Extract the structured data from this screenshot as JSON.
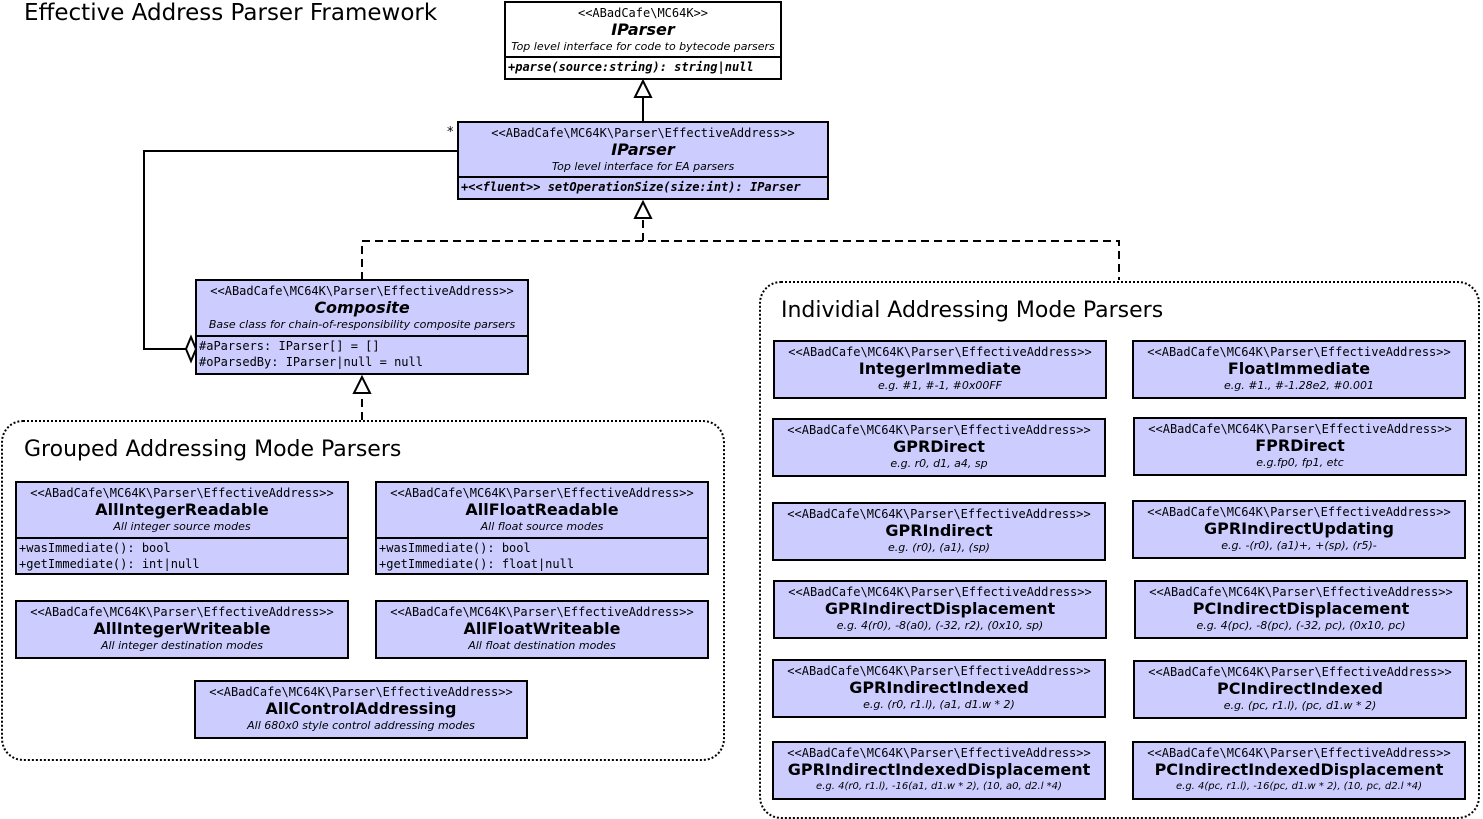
{
  "title": "Effective Address Parser Framework",
  "stereotypes": {
    "root": "<<ABadCafe\\MC64K>>",
    "ea": "<<ABadCafe\\MC64K\\Parser\\EffectiveAddress>>"
  },
  "classes": {
    "iparser_root": {
      "name": "IParser",
      "description": "Top level interface for code to bytecode parsers",
      "members": [
        "+parse(source:string): string|null"
      ]
    },
    "iparser_ea": {
      "name": "IParser",
      "description": "Top level interface for EA parsers",
      "members": [
        "+<<fluent>> setOperationSize(size:int): IParser"
      ]
    },
    "composite": {
      "name": "Composite",
      "description": "Base class for chain-of-responsibility composite parsers",
      "members": [
        "#aParsers: IParser[] = []",
        "#oParsedBy: IParser|null = null"
      ]
    }
  },
  "multiplicity": "*",
  "grouped": {
    "title": "Grouped Addressing Mode Parsers",
    "classes": [
      {
        "name": "AllIntegerReadable",
        "description": "All integer source modes",
        "members": [
          "+wasImmediate(): bool",
          "+getImmediate(): int|null"
        ]
      },
      {
        "name": "AllFloatReadable",
        "description": "All float source modes",
        "members": [
          "+wasImmediate(): bool",
          "+getImmediate(): float|null"
        ]
      },
      {
        "name": "AllIntegerWriteable",
        "description": "All integer destination modes"
      },
      {
        "name": "AllFloatWriteable",
        "description": "All float destination modes"
      },
      {
        "name": "AllControlAddressing",
        "description": "All 680x0 style control addressing modes"
      }
    ]
  },
  "individual": {
    "title": "Individial Addressing Mode Parsers",
    "classes": [
      {
        "name": "IntegerImmediate",
        "description": "e.g. #1, #-1, #0x00FF"
      },
      {
        "name": "FloatImmediate",
        "description": "e.g. #1., #-1.28e2, #0.001"
      },
      {
        "name": "GPRDirect",
        "description": "e.g. r0, d1, a4, sp"
      },
      {
        "name": "FPRDirect",
        "description": "e.g.fp0, fp1, etc"
      },
      {
        "name": "GPRIndirect",
        "description": "e.g. (r0), (a1), (sp)"
      },
      {
        "name": "GPRIndirectUpdating",
        "description": "e.g. -(r0), (a1)+, +(sp), (r5)-"
      },
      {
        "name": "GPRIndirectDisplacement",
        "description": "e.g. 4(r0), -8(a0), (-32, r2), (0x10, sp)"
      },
      {
        "name": "PCIndirectDisplacement",
        "description": "e.g. 4(pc), -8(pc), (-32, pc), (0x10, pc)"
      },
      {
        "name": "GPRIndirectIndexed",
        "description": "e.g. (r0, r1.l), (a1, d1.w * 2)"
      },
      {
        "name": "PCIndirectIndexed",
        "description": "e.g. (pc, r1.l), (pc, d1.w * 2)"
      },
      {
        "name": "GPRIndirectIndexedDisplacement",
        "description": "e.g. 4(r0, r1.l), -16(a1, d1.w * 2), (10, a0, d2.l *4)"
      },
      {
        "name": "PCIndirectIndexedDisplacement",
        "description": "e.g. 4(pc, r1.l), -16(pc, d1.w * 2), (10, pc, d2.l *4)"
      }
    ]
  }
}
